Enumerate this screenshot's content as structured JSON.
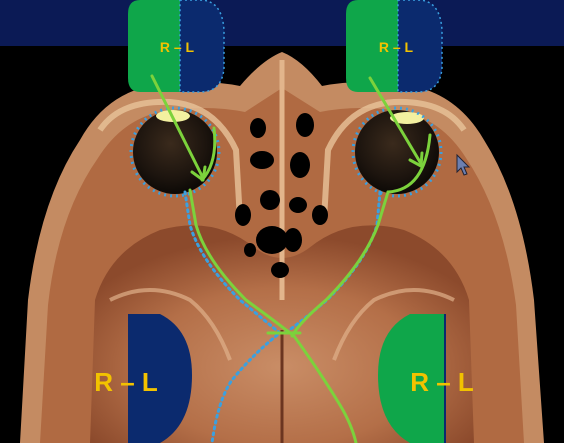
{
  "visual_fields": {
    "left_eye_label": "R – L",
    "right_eye_label": "R – L"
  },
  "cortex": {
    "left_label": "R – L",
    "right_label": "R – L"
  },
  "colors": {
    "background": "#000000",
    "header_band": "#0b1a55",
    "field_green": "#0fa64a",
    "field_navy": "#0b2a6e",
    "label_yellow": "#f2c200",
    "pathway_green": "#7cd23c",
    "pathway_blue_dotted": "#3aa0e0",
    "tissue_light": "#d7a47a",
    "tissue_mid": "#b9774d",
    "tissue_dark": "#7a3d24"
  },
  "icons": {
    "cursor": "mouse-pointer-icon"
  }
}
